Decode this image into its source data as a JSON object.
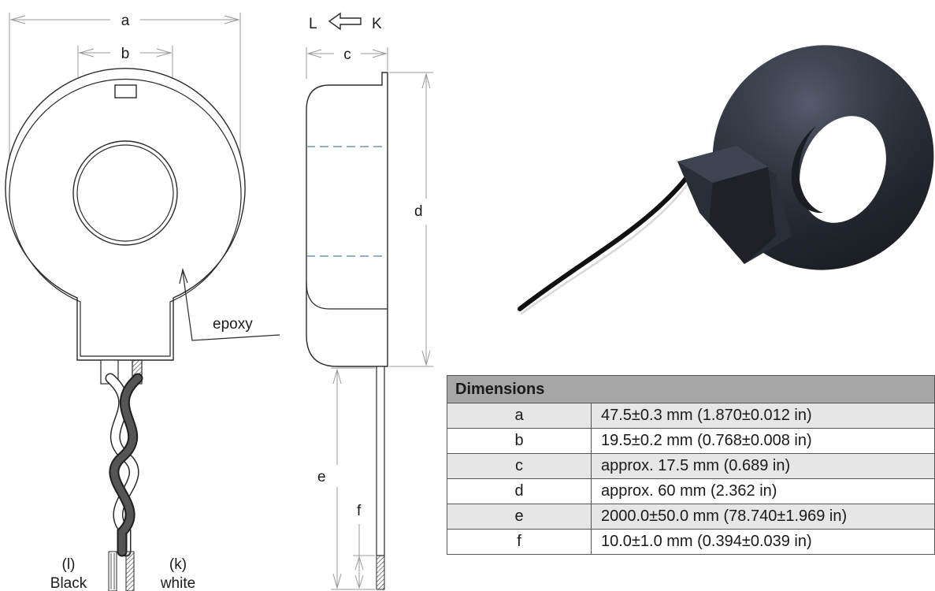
{
  "labels": {
    "a": "a",
    "b": "b",
    "c": "c",
    "d": "d",
    "e": "e",
    "f": "f",
    "L": "L",
    "K": "K",
    "epoxy": "epoxy",
    "lead_black_code": "(l)",
    "lead_black_name": "Black",
    "lead_white_code": "(k)",
    "lead_white_name": "white"
  },
  "table": {
    "header": "Dimensions",
    "rows": [
      {
        "key": "a",
        "value": "47.5±0.3 mm (1.870±0.012 in)"
      },
      {
        "key": "b",
        "value": "19.5±0.2 mm (0.768±0.008 in)"
      },
      {
        "key": "c",
        "value": "approx. 17.5 mm (0.689 in)"
      },
      {
        "key": "d",
        "value": "approx. 60 mm (2.362 in)"
      },
      {
        "key": "e",
        "value": "2000.0±50.0 mm (78.740±1.969 in)"
      },
      {
        "key": "f",
        "value": "10.0±1.0 mm (0.394±0.039 in)"
      }
    ]
  },
  "colors": {
    "body": "#2b2f38",
    "header_bg": "#a6a6a6",
    "row_shade": "#e6e6e6",
    "dashed": "#5b7fa8"
  }
}
